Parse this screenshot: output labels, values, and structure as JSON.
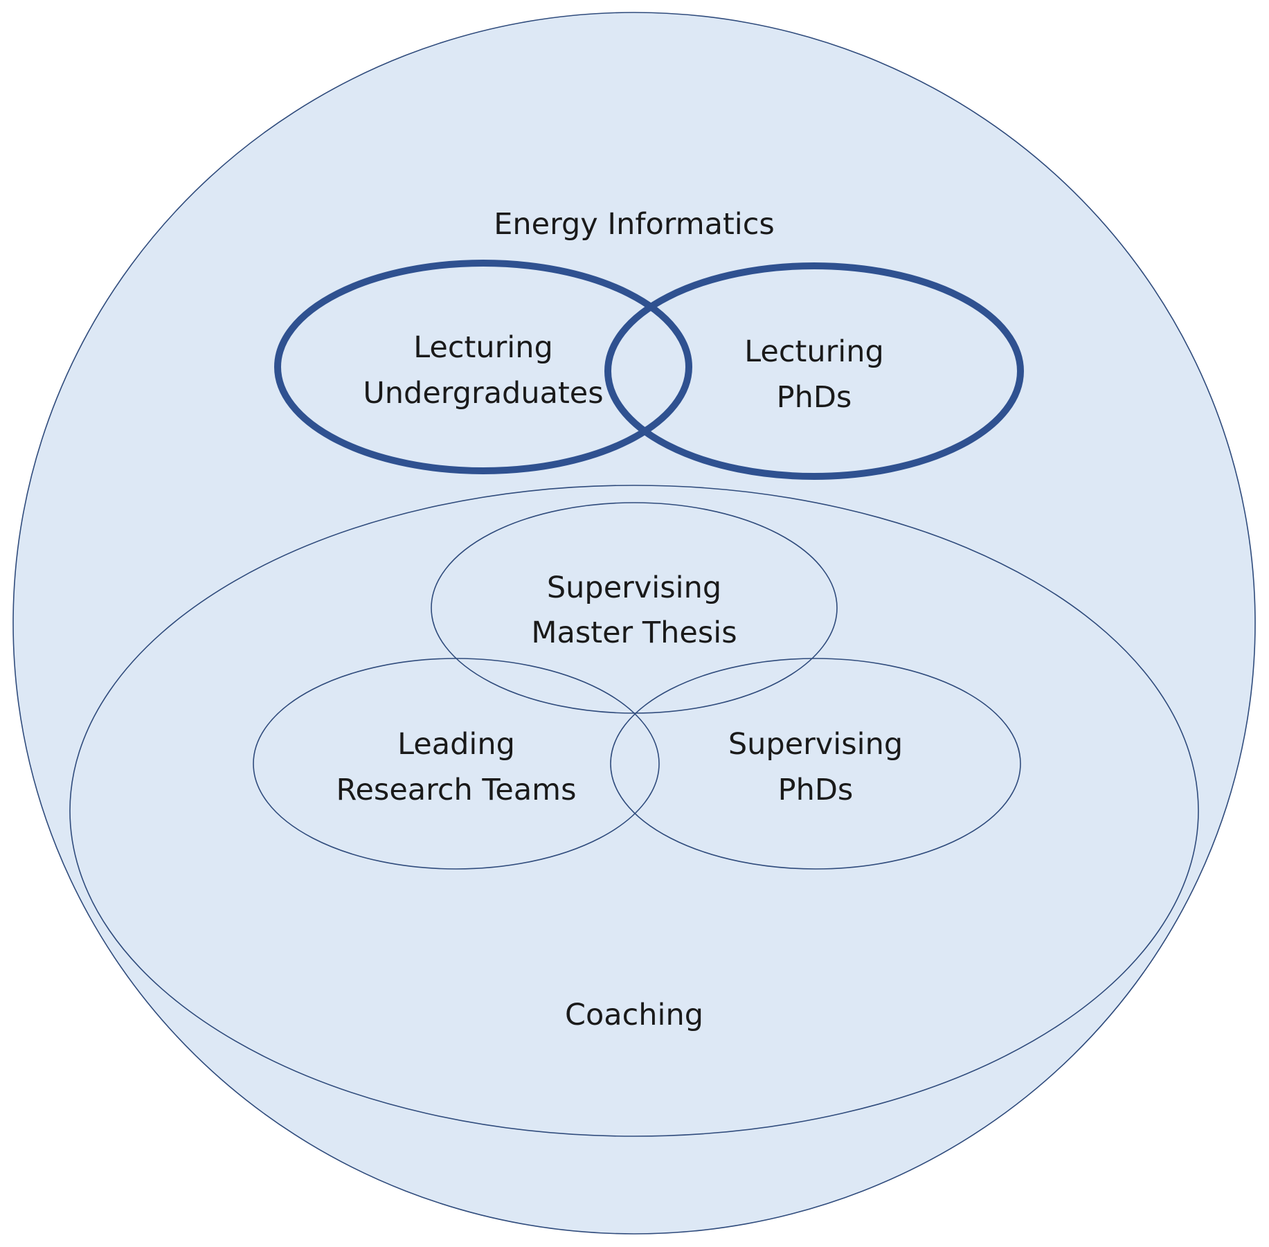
{
  "diagram": {
    "outer_label": "Energy Informatics",
    "coaching_label": "Coaching",
    "lecturing_undergraduates": {
      "line1": "Lecturing",
      "line2": "Undergraduates"
    },
    "lecturing_phds": {
      "line1": "Lecturing",
      "line2": "PhDs"
    },
    "supervising_master_thesis": {
      "line1": "Supervising",
      "line2": "Master Thesis"
    },
    "leading_research_teams": {
      "line1": "Leading",
      "line2": "Research Teams"
    },
    "supervising_phds": {
      "line1": "Supervising",
      "line2": "PhDs"
    }
  },
  "colors": {
    "fill": "#dde8f5",
    "stroke": "#2f4b7c",
    "bold_stroke": "#2f5190",
    "text": "#1a1a1a"
  }
}
